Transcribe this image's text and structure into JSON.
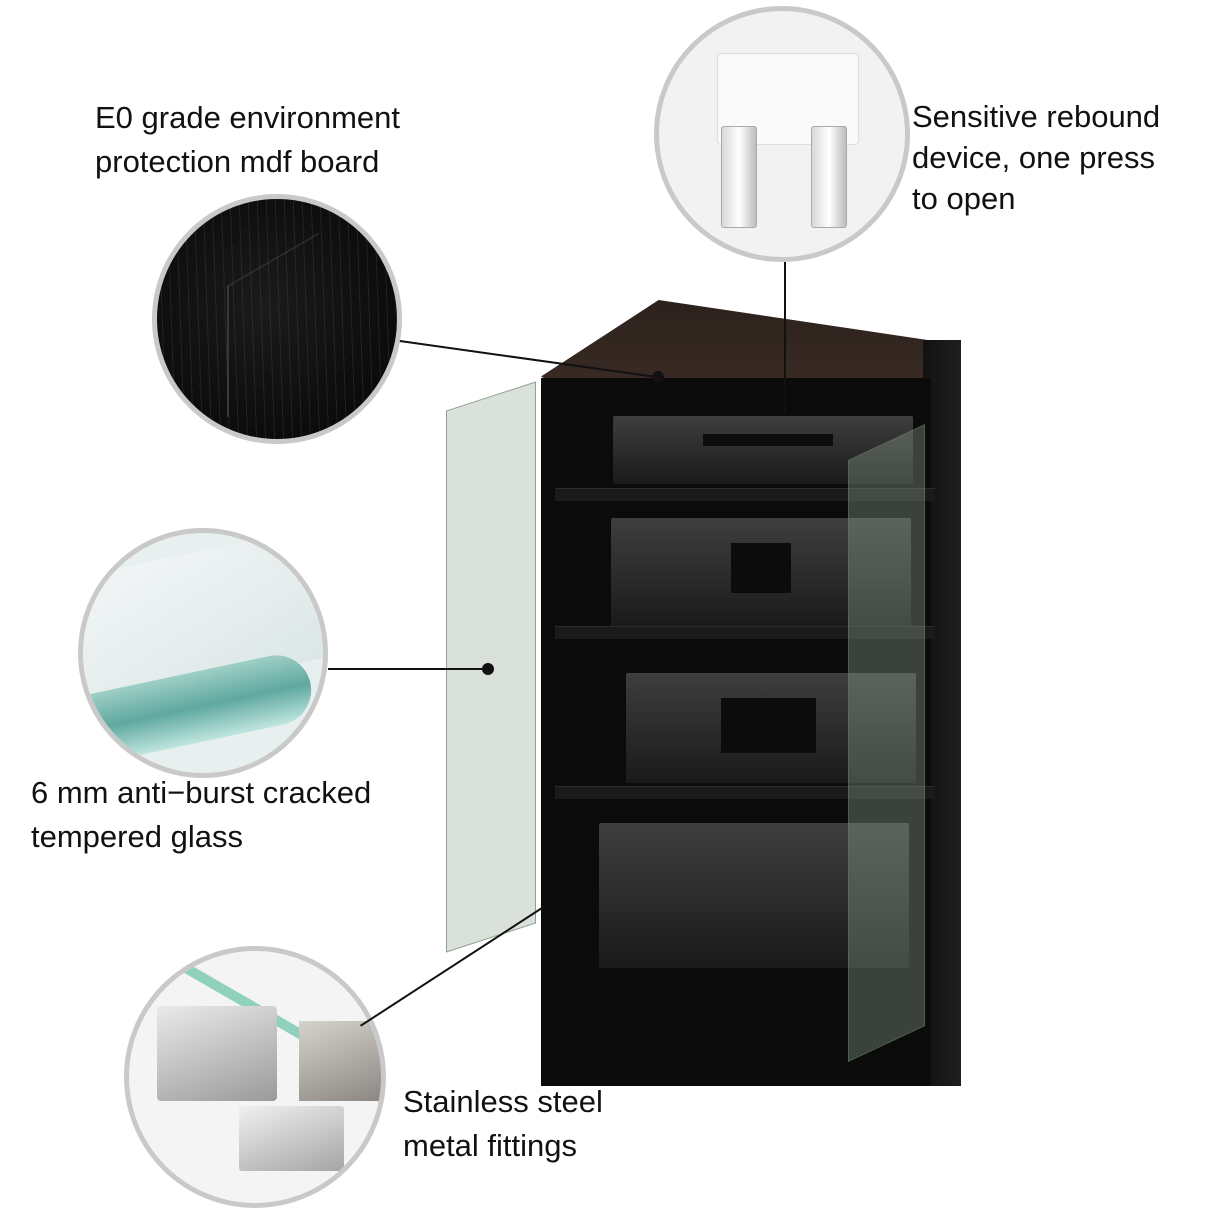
{
  "features": [
    {
      "id": "mdf",
      "lines": [
        "E0 grade environment",
        "protection mdf board"
      ],
      "icon": "wood-grain-swatch"
    },
    {
      "id": "rebound",
      "lines": [
        "Sensitive rebound",
        "device, one press",
        "to open"
      ],
      "icon": "push-latch"
    },
    {
      "id": "glass",
      "lines": [
        "6 mm anti−burst cracked",
        "tempered glass"
      ],
      "icon": "glass-edge"
    },
    {
      "id": "fittings",
      "lines": [
        "Stainless steel",
        "metal fittings"
      ],
      "icon": "hinge-clamp"
    }
  ],
  "product": {
    "name": "media cabinet",
    "shelves": 4,
    "finish_color": "#0b0b0b",
    "glass_tint": "#9fcfc6"
  }
}
